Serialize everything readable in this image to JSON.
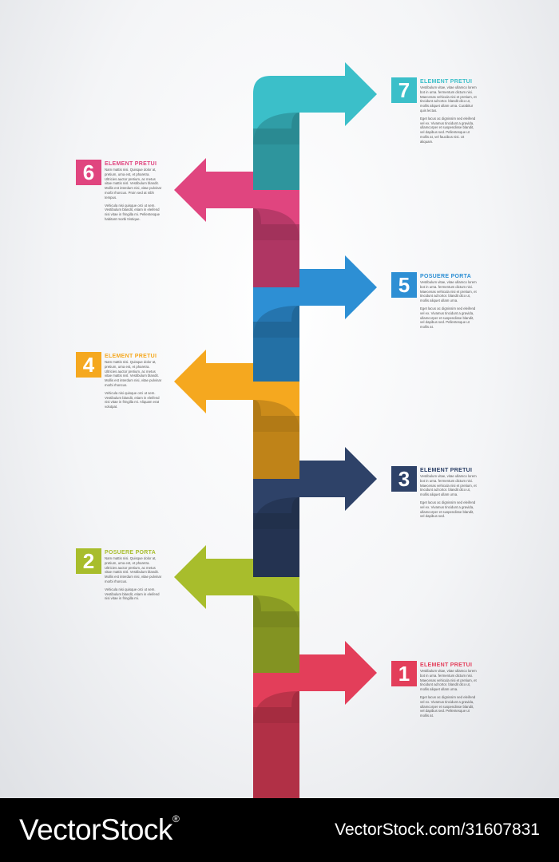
{
  "steps": [
    {
      "number": "7",
      "title": "ELEMENT PRETUI",
      "side": "right",
      "color": "#3bbfc9",
      "p1": "Vestibulum vitae, vitae ullamco lorem bot in urna. fermentum dictum nisi. Maecenas vehicula nisi et pretium, et tincidunt ad tortor. blandit dico ut, mollis aliquet ullam urna. Curabitur quis lectus.",
      "p2": "Eget lacus ac dignissim sed eleifend vel ex. Vivamus tincidunt a gravida, ullamcorper et suspendisse blandit, vel dapibus sed. Pellentesque ut mollis at, vel faucibus nisi. Ut aliquam."
    },
    {
      "number": "6",
      "title": "ELEMENT PRETUI",
      "side": "left",
      "color": "#e0457f",
      "p1": "Nam mattis nisi. Quisque dolor at, pretium, urna est, et pharetra. Ultricies auctor pretium, ac metus vitae mattis nisl. Vestibulum blandit. Mollis est interdum nisi, vitae pulvinar morbi rhoncus. Proin sed at nibh tempus.",
      "p2": "Vehicula nisi quisque orci ut sem. Vestibulum blandit, etiam in eleifend nisi vitae in fringilla mi. Pellentesque habitant morbi tristique."
    },
    {
      "number": "5",
      "title": "POSUERE PORTA",
      "side": "right",
      "color": "#2d8fd4",
      "p1": "Vestibulum vitae, vitae ullamco lorem bot in urna. fermentum dictum nisi. Maecenas vehicula nisi et pretium, et tincidunt ad tortor. blandit dico ut, mollis aliquet ullam urna.",
      "p2": "Eget lacus ac dignissim sed eleifend vel ex. Vivamus tincidunt a gravida, ullamcorper et suspendisse blandit, vel dapibus sed. Pellentesque ut mollis at."
    },
    {
      "number": "4",
      "title": "ELEMENT PRETUI",
      "side": "left",
      "color": "#f5a81f",
      "p1": "Nam mattis nisi. Quisque dolor at, pretium, urna est, et pharetra. Ultricies auctor pretium, ac metus vitae mattis nisl. Vestibulum blandit. Mollis est interdum nisi, vitae pulvinar morbi rhoncus.",
      "p2": "Vehicula nisi quisque orci ut sem. Vestibulum blandit, etiam in eleifend nisi vitae in fringilla mi. Aliquam erat volutpat."
    },
    {
      "number": "3",
      "title": "ELEMENT PRETUI",
      "side": "right",
      "color": "#2e4268",
      "p1": "Vestibulum vitae, vitae ullamco lorem bot in urna. fermentum dictum nisi. Maecenas vehicula nisi et pretium, et tincidunt ad tortor. blandit dico ut, mollis aliquet ullam urna.",
      "p2": "Eget lacus ac dignissim sed eleifend vel ex. Vivamus tincidunt a gravida, ullamcorper et suspendisse blandit, vel dapibus sed."
    },
    {
      "number": "2",
      "title": "POSUERE PORTA",
      "side": "left",
      "color": "#a8bd2c",
      "p1": "Nam mattis nisi. Quisque dolor at, pretium, urna est, et pharetra. Ultricies auctor pretium, ac metus vitae mattis nisl. Vestibulum blandit. Mollis est interdum nisi, vitae pulvinar morbi rhoncus.",
      "p2": "Vehicula nisi quisque orci ut sem. Vestibulum blandit, etiam in eleifend nisi vitae in fringilla mi."
    },
    {
      "number": "1",
      "title": "ELEMENT PRETUI",
      "side": "right",
      "color": "#e33e5a",
      "p1": "Vestibulum vitae, vitae ullamco lorem bot in urna. fermentum dictum nisi. Maecenas vehicula nisi et pretium, et tincidunt ad tortor. blandit dico ut, mollis aliquet ullam urna.",
      "p2": "Eget lacus ac dignissim sed eleifend vel ex. Vivamus tincidunt a gravida, ullamcorper et suspendisse blandit, vel dapibus sed. Pellentesque ut mollis at."
    }
  ],
  "footer": {
    "brand": "VectorStock",
    "reg": "®",
    "stock_number": "VectorStock.com/31607831"
  }
}
